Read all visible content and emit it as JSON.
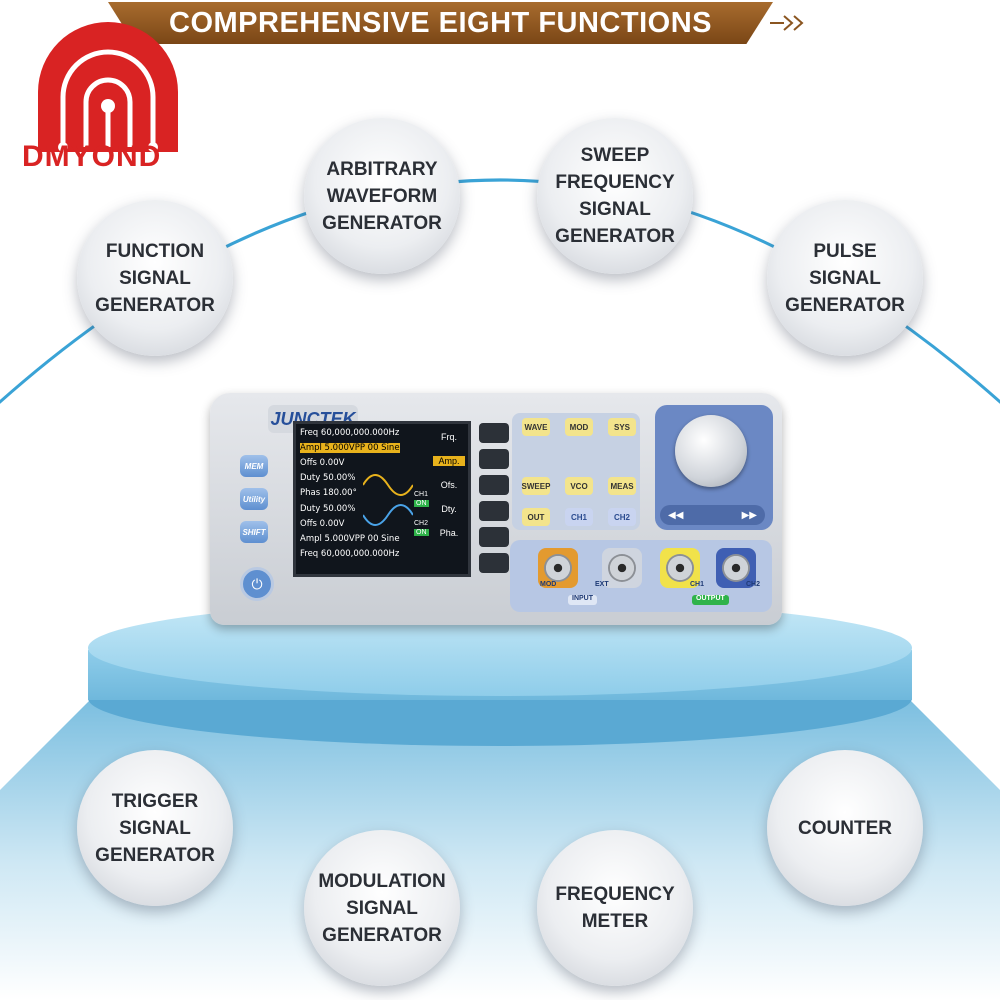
{
  "banner": {
    "title": "COMPREHENSIVE EIGHT FUNCTIONS"
  },
  "logo": {
    "text": "DMYOND"
  },
  "functions": [
    "FUNCTION\nSIGNAL\nGENERATOR",
    "ARBITRARY\nWAVEFORM\nGENERATOR",
    "SWEEP\nFREQUENCY\nSIGNAL\nGENERATOR",
    "PULSE\nSIGNAL\nGENERATOR",
    "TRIGGER\nSIGNAL\nGENERATOR",
    "MODULATION\nSIGNAL\nGENERATOR",
    "FREQUENCY\nMETER",
    "COUNTER"
  ],
  "device": {
    "brand": "JUNCTEK",
    "side_buttons": [
      "MEM",
      "Utility",
      "SHIFT"
    ],
    "screen": {
      "rows": [
        "Freq  60,000,000.000Hz",
        "Ampl  5.000VPP     00  Sine",
        "Offs  0.00V",
        "Duty  50.00%",
        "Phas  180.00°",
        "Duty  50.00%",
        "Offs  0.00V",
        "Ampl  5.000VPP     00  Sine",
        "Freq  60,000,000.000Hz"
      ],
      "ch1": "CH1",
      "ch2": "CH2",
      "on": "ON",
      "softkeys": [
        "Frq.",
        "Amp.",
        "Ofs.",
        "Dty.",
        "Pha."
      ]
    },
    "keys": {
      "row1": [
        "WAVE",
        "MOD",
        "SYS"
      ],
      "row2": [
        "SWEEP",
        "VCO",
        "MEAS"
      ],
      "row3": [
        "OUT",
        "CH1",
        "CH2"
      ]
    },
    "connectors": [
      "MOD",
      "EXT",
      "CH1",
      "CH2"
    ],
    "input_label": "INPUT",
    "output_label": "OUTPUT"
  },
  "colors": {
    "arc": "#3aa3d6",
    "banner": "#8a5520",
    "logo": "#d92323",
    "stage": "#8fcdea"
  }
}
